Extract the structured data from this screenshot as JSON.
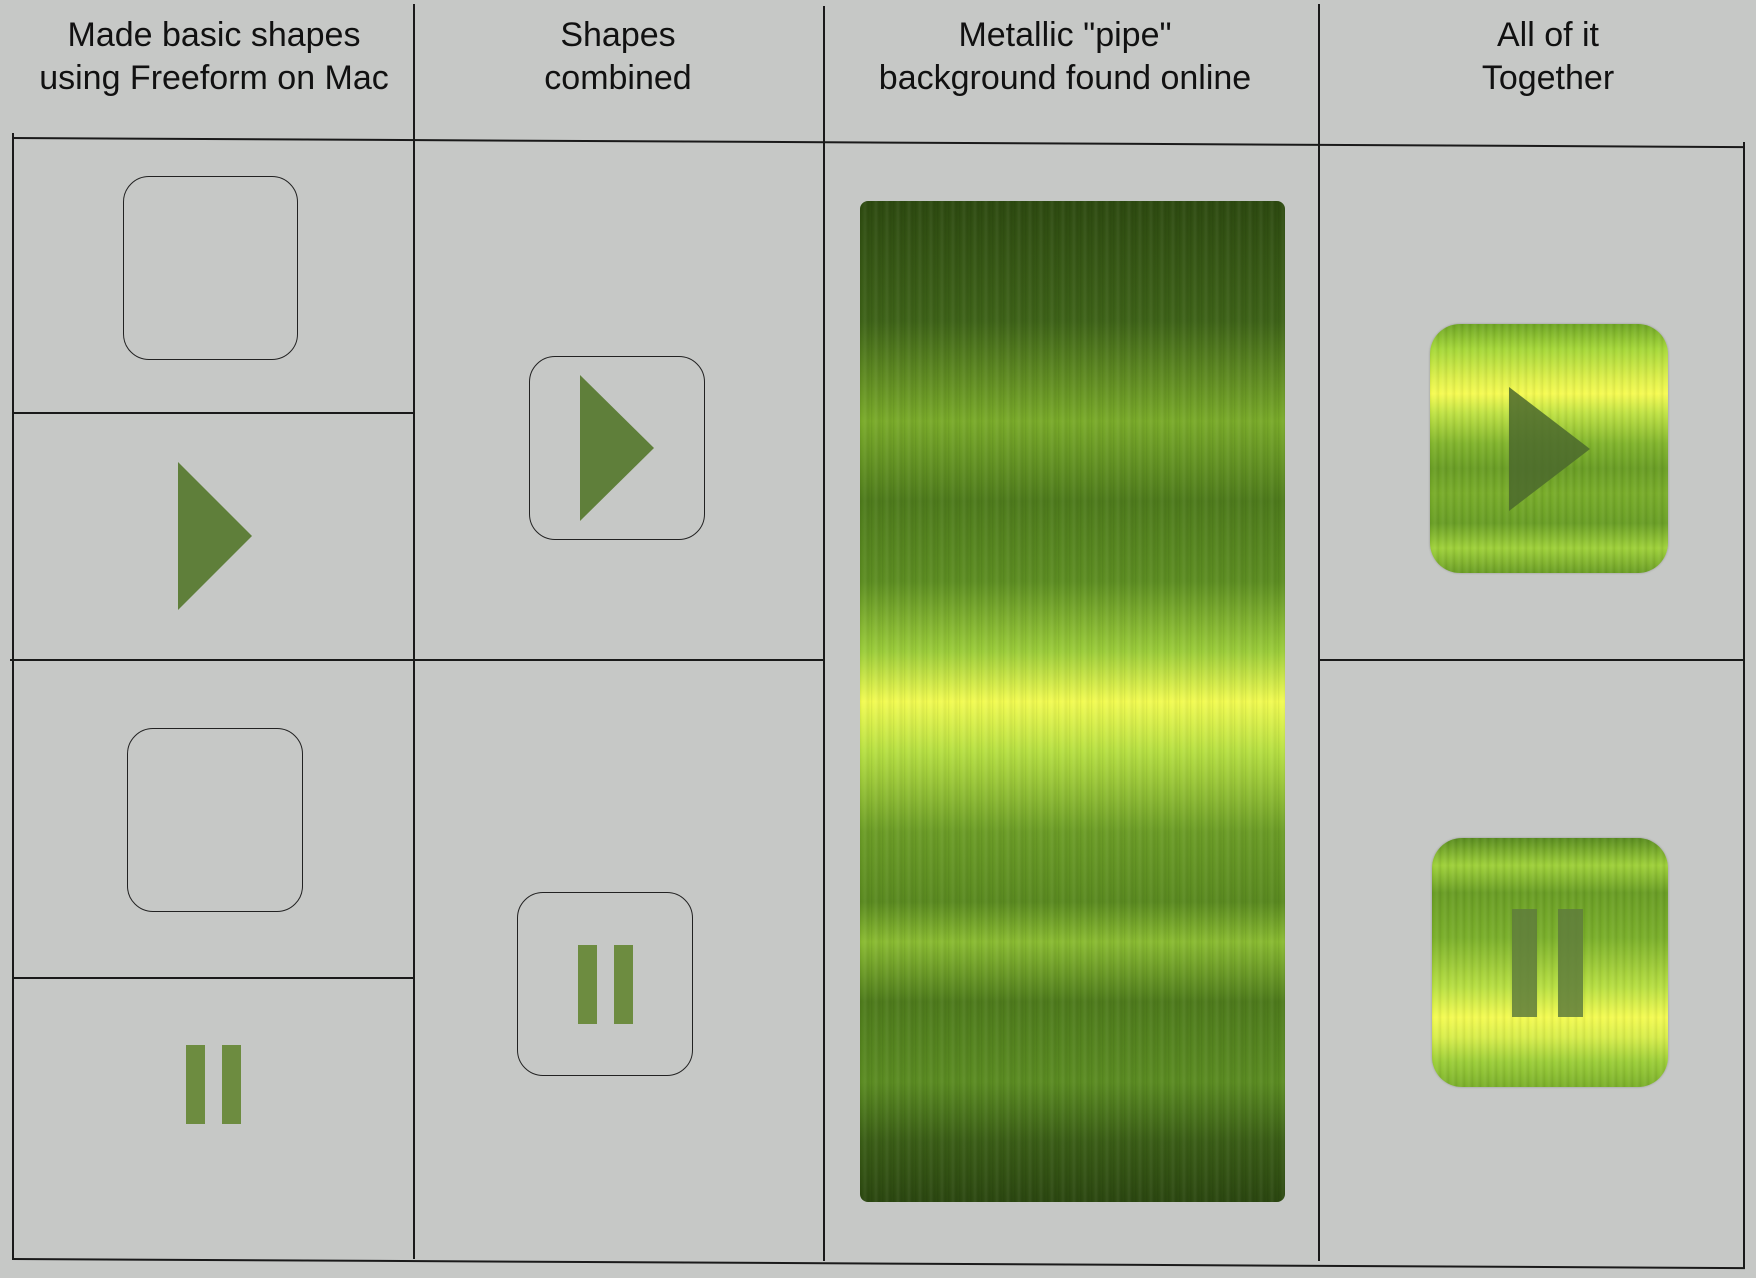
{
  "columns": [
    {
      "line1": "Made basic shapes",
      "line2": "using Freeform on Mac"
    },
    {
      "line1": "Shapes",
      "line2": "combined"
    },
    {
      "line1": "Metallic \"pipe\"",
      "line2": "background found online"
    },
    {
      "line1": "All of it",
      "line2": "Together"
    }
  ],
  "colors": {
    "background": "#c6c8c6",
    "shape_green": "#5f7f3a",
    "bar_green": "#6d8c40",
    "metal_highlight": "#f2fb52",
    "metal_dark": "#2d4a10"
  },
  "icons": [
    "rounded-square-outline-icon",
    "play-triangle-icon",
    "pause-bars-icon",
    "metallic-play-button-icon",
    "metallic-pause-button-icon"
  ]
}
